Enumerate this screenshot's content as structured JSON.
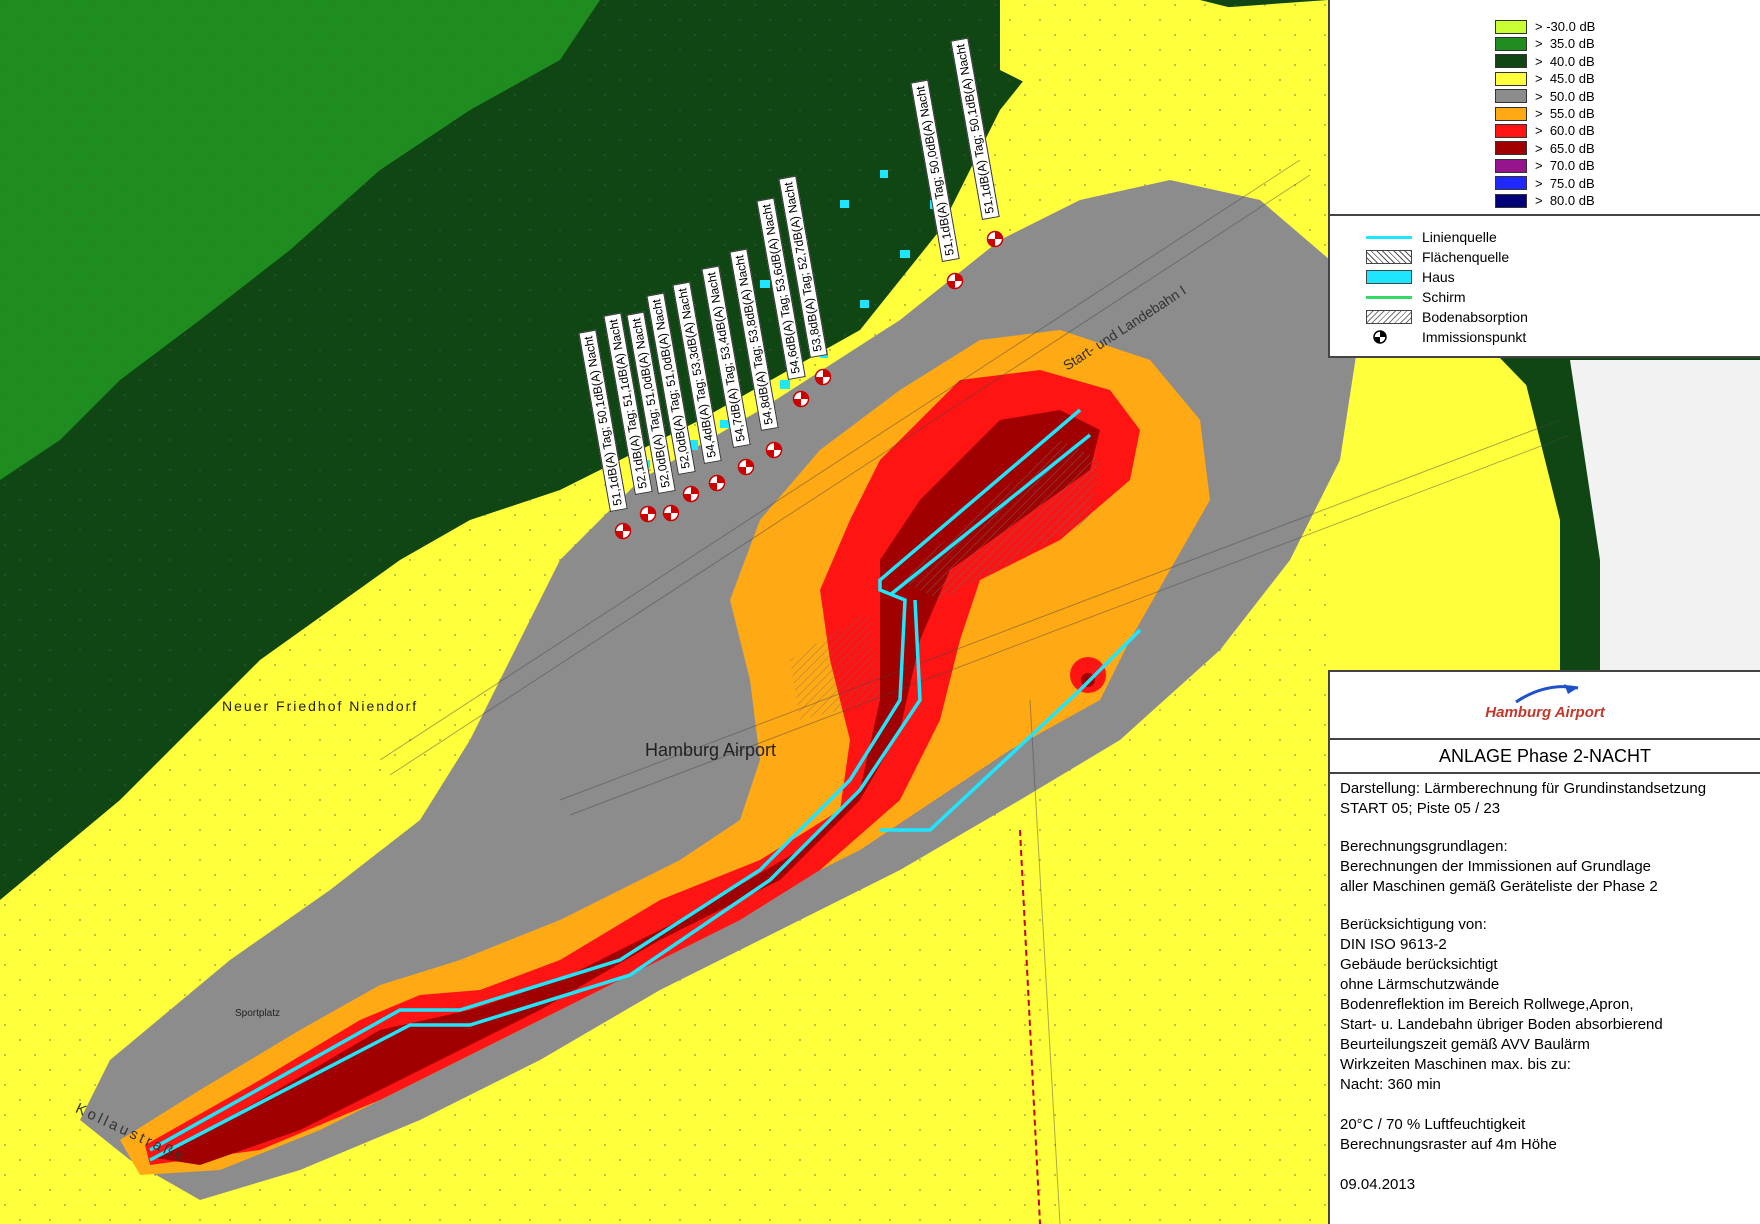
{
  "legend": {
    "levels": [
      {
        "label": "> -30.0 dB",
        "color": "#c8ff32"
      },
      {
        "label": ">  35.0 dB",
        "color": "#1e8c1e"
      },
      {
        "label": ">  40.0 dB",
        "color": "#0f4614"
      },
      {
        "label": ">  45.0 dB",
        "color": "#ffff3c"
      },
      {
        "label": ">  50.0 dB",
        "color": "#8c8c8c"
      },
      {
        "label": ">  55.0 dB",
        "color": "#ffaa14"
      },
      {
        "label": ">  60.0 dB",
        "color": "#ff1414"
      },
      {
        "label": ">  65.0 dB",
        "color": "#a00000"
      },
      {
        "label": ">  70.0 dB",
        "color": "#96148c"
      },
      {
        "label": ">  75.0 dB",
        "color": "#1e28ff"
      },
      {
        "label": ">  80.0 dB",
        "color": "#000078"
      }
    ],
    "symbols": {
      "line_source": "Linienquelle",
      "area_source": "Flächenquelle",
      "house": "Haus",
      "screen": "Schirm",
      "ground_absorption": "Bodenabsorption",
      "immission_point": "Immissionspunkt"
    }
  },
  "map_labels": {
    "airport": "Hamburg  Airport",
    "cemetery": "Neuer  Friedhof  Niendorf",
    "sportplatz": "Sportplatz",
    "runway": "Start- und Landebahn I",
    "road": "Kollaustraße"
  },
  "immission_points": [
    "51,1dB(A) Tag; 50,1dB(A) Nacht",
    "52,1dB(A) Tag; 51,1dB(A) Nacht",
    "52,0dB(A) Tag; 51,0dB(A) Nacht",
    "52,0dB(A) Tag; 51,0dB(A) Nacht",
    "54,4dB(A) Tag; 53,3dB(A) Nacht",
    "54,7dB(A) Tag; 53,4dB(A) Nacht",
    "54,8dB(A) Tag; 53,8dB(A) Nacht",
    "54,6dB(A) Tag; 53,6dB(A) Nacht",
    "53,8dB(A) Tag; 52,7dB(A) Nacht",
    "51,1dB(A) Tag; 50,0dB(A) Nacht",
    "51,1dB(A) Tag; 50,1dB(A) Nacht"
  ],
  "titleblock": {
    "logo": "Hamburg Airport",
    "heading": "ANLAGE Phase 2-NACHT",
    "lines": [
      "Darstellung: Lärmberechnung für Grundinstandsetzung",
      "START 05; Piste 05 / 23",
      "Berechnungsgrundlagen:",
      "Berechnungen der Immissionen auf Grundlage",
      "aller Maschinen gemäß Geräteliste der Phase 2",
      "Berücksichtigung von:",
      "DIN ISO 9613-2",
      "Gebäude berücksichtigt",
      "ohne Lärmschutzwände",
      "Bodenreflektion im Bereich Rollwege,Apron,",
      "Start- u. Landebahn übriger Boden absorbierend",
      "Beurteilungszeit gemäß AVV Baulärm",
      "Wirkzeiten Maschinen max. bis zu:",
      "Nacht: 360 min",
      "20°C / 70 % Luftfeuchtigkeit",
      "Berechnungsraster auf 4m Höhe",
      "09.04.2013"
    ]
  }
}
